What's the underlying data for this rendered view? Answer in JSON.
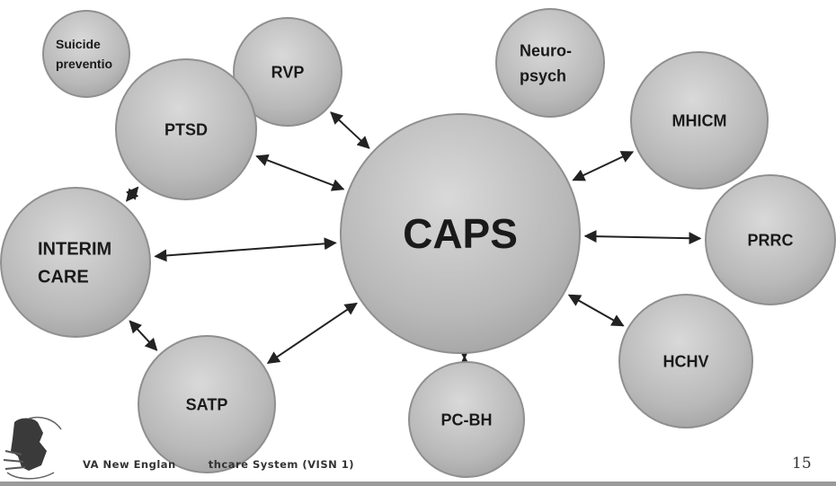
{
  "diagram": {
    "nodes": [
      {
        "id": "caps",
        "lines": [
          "CAPS"
        ]
      },
      {
        "id": "suicide",
        "lines": [
          "Suicide",
          "preventio"
        ]
      },
      {
        "id": "rvp",
        "lines": [
          "RVP"
        ]
      },
      {
        "id": "neuro",
        "lines": [
          "Neuro-",
          "psych"
        ]
      },
      {
        "id": "ptsd",
        "lines": [
          "PTSD"
        ]
      },
      {
        "id": "mhicm",
        "lines": [
          "MHICM"
        ]
      },
      {
        "id": "prrc",
        "lines": [
          "PRRC"
        ]
      },
      {
        "id": "interim",
        "lines": [
          "INTERIM",
          "CARE"
        ]
      },
      {
        "id": "hchv",
        "lines": [
          "HCHV"
        ]
      },
      {
        "id": "satp",
        "lines": [
          "SATP"
        ]
      },
      {
        "id": "pcbh",
        "lines": [
          "PC-BH"
        ]
      }
    ],
    "edges": [
      {
        "from": "rvp",
        "to": "caps"
      },
      {
        "from": "ptsd",
        "to": "caps"
      },
      {
        "from": "ptsd",
        "to": "interim"
      },
      {
        "from": "interim",
        "to": "caps"
      },
      {
        "from": "interim",
        "to": "satp"
      },
      {
        "from": "satp",
        "to": "caps"
      },
      {
        "from": "pcbh",
        "to": "caps"
      },
      {
        "from": "mhicm",
        "to": "caps"
      },
      {
        "from": "prrc",
        "to": "caps"
      },
      {
        "from": "hchv",
        "to": "caps"
      }
    ]
  },
  "footer": {
    "text": "VA New Englan   thcare System (VISN 1)",
    "page_number": "15"
  },
  "logo": {
    "icon": "va-new-england-logo-icon"
  }
}
